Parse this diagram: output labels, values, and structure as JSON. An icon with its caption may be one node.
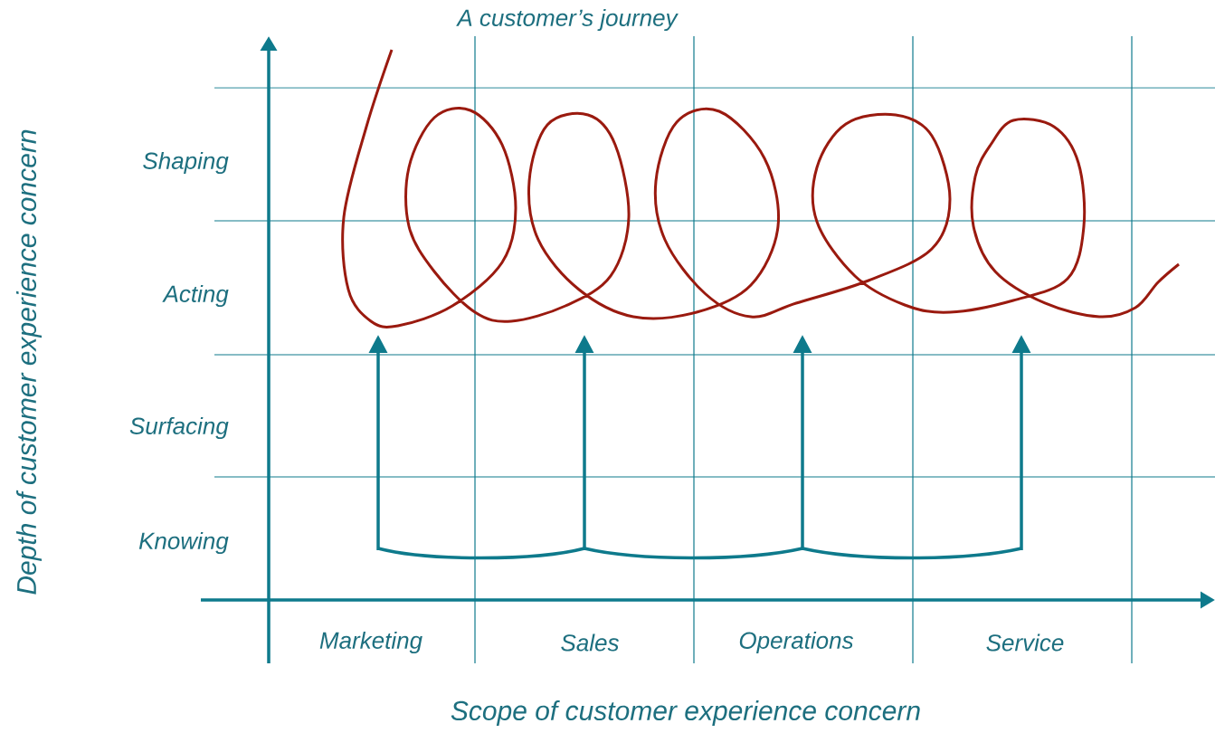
{
  "diagram": {
    "title": "A customer’s journey",
    "labels": [
      "Shaping",
      "Acting",
      "Surfacing",
      "Knowing",
      "Depth of customer experience concern",
      "Marketing",
      "Sales",
      "Operations",
      "Service",
      "Scope of customer experience concern"
    ]
  }
}
